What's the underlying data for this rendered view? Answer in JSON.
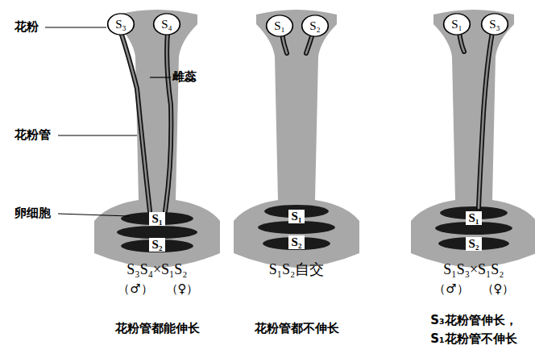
{
  "diagram": {
    "nodes": [
      {
        "text": [
          "S₃"
        ]
      },
      {
        "text": [
          "S₄"
        ]
      },
      {
        "text": [
          "S₁"
        ]
      },
      {
        "text": [
          "S₂"
        ]
      },
      {
        "text": [
          "S₁"
        ]
      },
      {
        "text": [
          "S₂"
        ]
      },
      {
        "text": [
          "S₁"
        ]
      },
      {
        "text": [
          "S₂"
        ]
      },
      {
        "text": [
          "S₁"
        ]
      },
      {
        "text": [
          "S₃"
        ]
      },
      {
        "text": [
          "S₁"
        ]
      },
      {
        "text": [
          "S₂"
        ]
      }
    ],
    "labels": [
      "花粉",
      "雌蕊",
      "花粉管",
      "卵细胞",
      "S₃S₄×S₁S₂",
      "（♂）",
      "（♀）",
      "花粉管都能伸长",
      "S₁S₂自交",
      "花粉管都不伸长",
      "S₁S₃×S₁S₂",
      "（♂）",
      "（♀）",
      "S₃花粉管伸长，",
      "S₁花粉管不伸长"
    ]
  }
}
